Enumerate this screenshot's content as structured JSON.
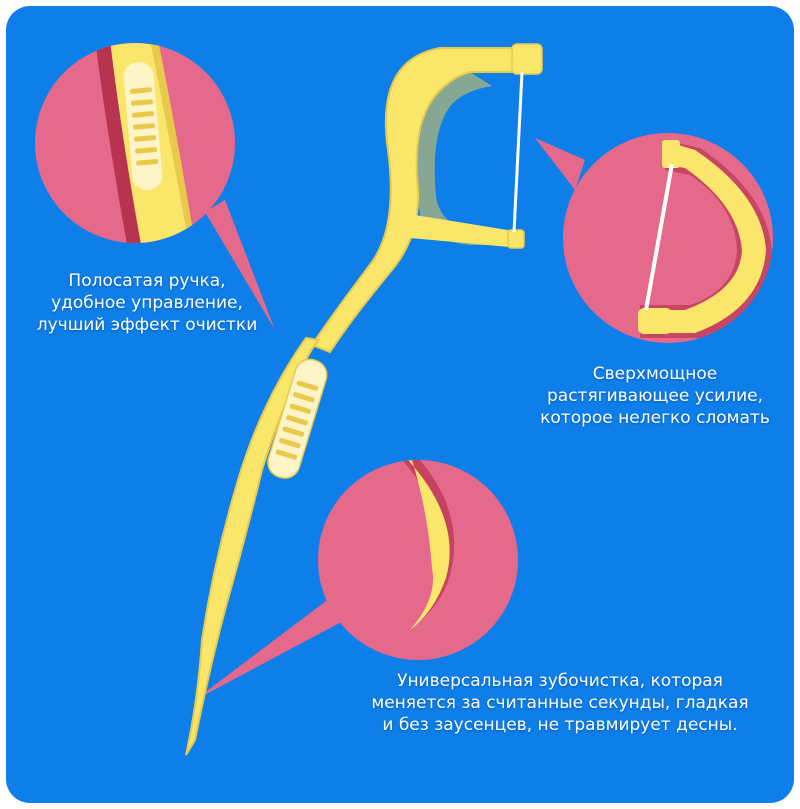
{
  "captions": {
    "handle": [
      "Полосатая ручка,",
      "удобное управление,",
      "лучший эффект очистки"
    ],
    "floss": [
      "Сверхмощное",
      "растягивающее усилие,",
      "которое нелегко сломать"
    ],
    "pick": [
      "Универсальная зубочистка, которая",
      "меняется за считанные секунды, гладкая",
      "и без заусенцев, не травмирует десны."
    ]
  },
  "colors": {
    "background": "#0e7fe8",
    "frame": "#ffffff",
    "callout_pink": "#e5698a",
    "callout_dark": "#b8334f",
    "pick_yellow": "#f9e66b",
    "pick_shade": "#e9c94c",
    "grip_light": "#fdf5c8",
    "floss": "#ffffff"
  }
}
